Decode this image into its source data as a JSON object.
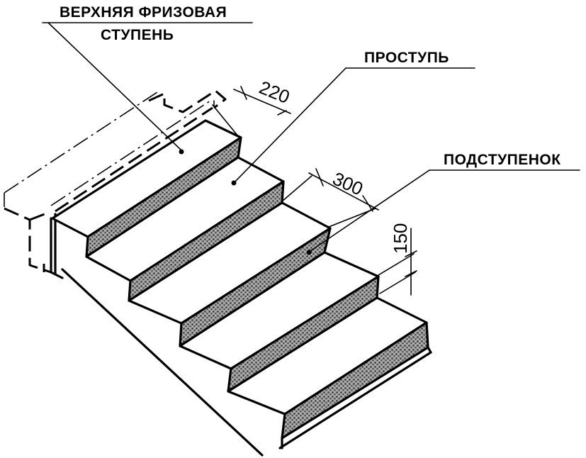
{
  "labels": {
    "top_frieze_step_line1": "ВЕРХНЯЯ ФРИЗОВАЯ",
    "top_frieze_step_line2": "СТУПЕНЬ",
    "tread": "ПРОСТУПЬ",
    "riser": "ПОДСТУПЕНОК"
  },
  "dimensions": {
    "frieze_width": "220",
    "tread_depth": "300",
    "riser_height": "150"
  }
}
